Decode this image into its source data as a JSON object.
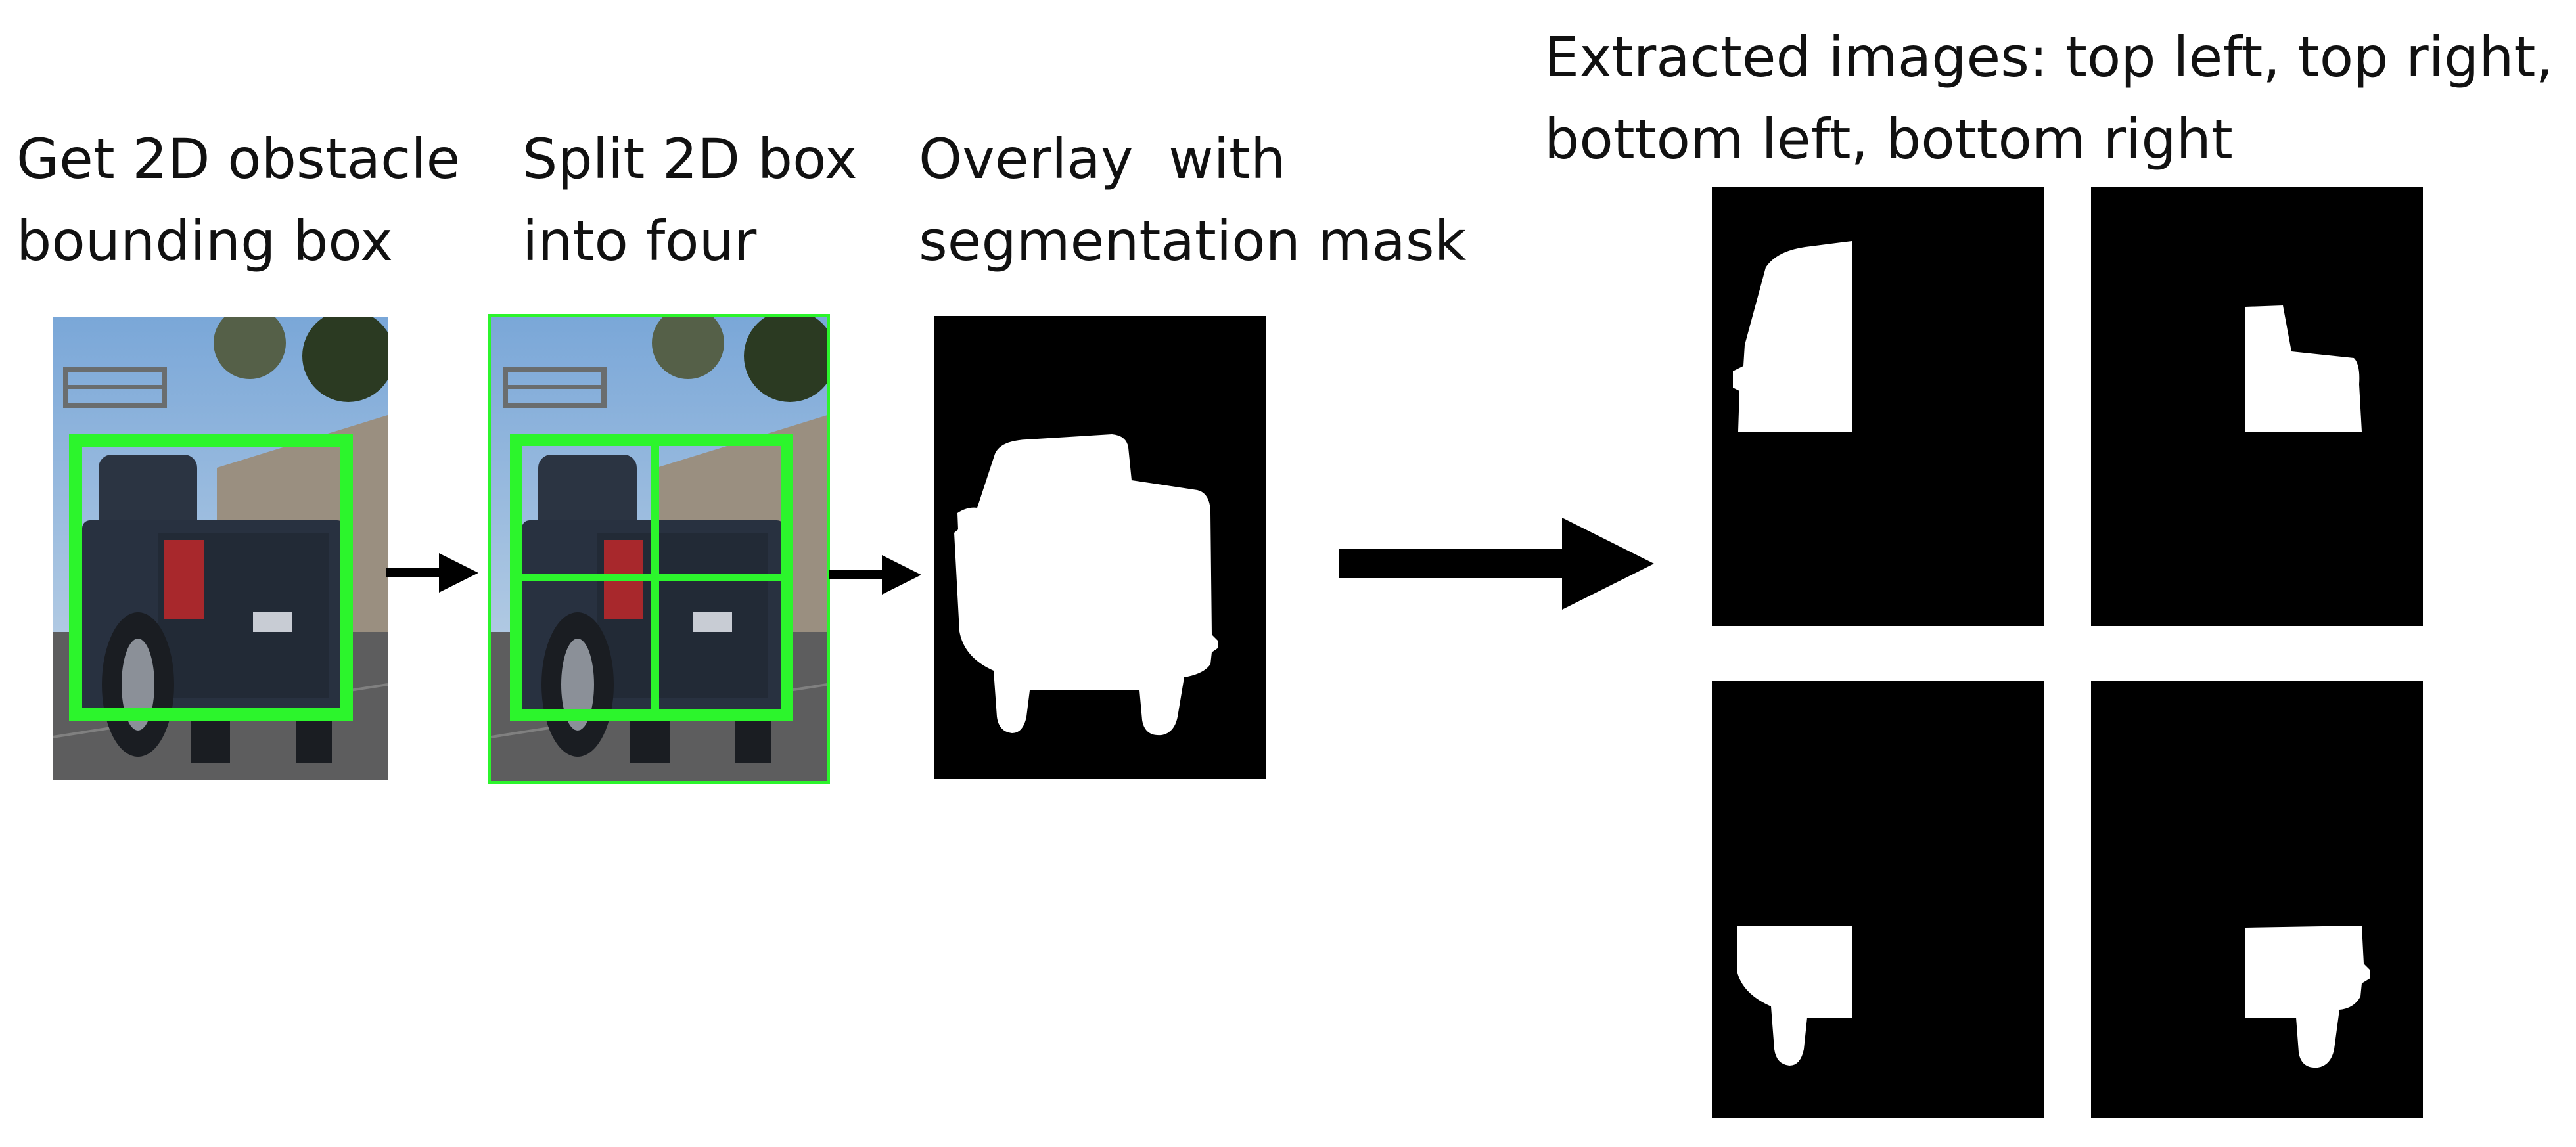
{
  "steps": [
    {
      "label": "Get 2D obstacle\nbounding box"
    },
    {
      "label": "Split 2D box\ninto four"
    },
    {
      "label": "Overlay  with\nsegmentation mask"
    },
    {
      "label": "Extracted images: top left, top right,\nbottom left, bottom right"
    }
  ],
  "colors": {
    "box": "#2cf52c",
    "mask": "#ffffff",
    "mask_background": "#000000",
    "arrow": "#000000",
    "text": "#111111"
  },
  "icons": [
    "right-arrow-icon"
  ]
}
